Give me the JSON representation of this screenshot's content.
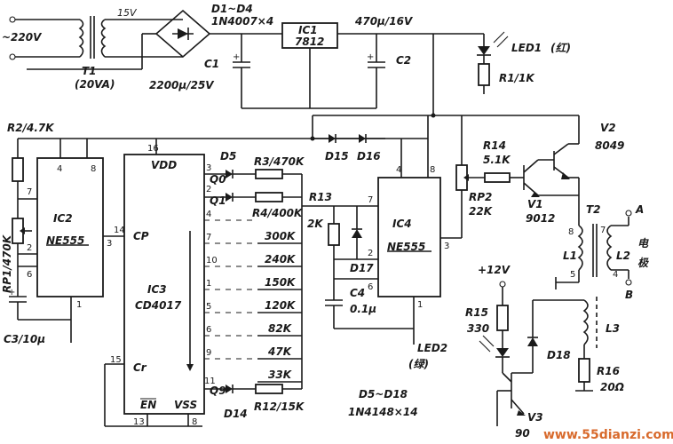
{
  "labels": {
    "ac_input": "~220V",
    "sec_voltage": "15V",
    "bridge": "D1~D4",
    "bridge_part": "1N4007×4",
    "transformer": "T1",
    "transformer_rating": "(20VA)",
    "c1": "C1",
    "c1_value": "2200μ/25V",
    "ic1": "IC1",
    "ic1_part": "7812",
    "c2_value": "470μ/16V",
    "c2": "C2",
    "led1": "LED1",
    "led1_color": "(红)",
    "r1": "R1/1K",
    "r2": "R2/4.7K",
    "rp1": "RP1/470K",
    "c3": "C3/10μ",
    "ic2": "IC2",
    "ic2_part": "NE555",
    "ic3": "IC3",
    "ic3_part": "CD4017",
    "vdd": "VDD",
    "vss": "VSS",
    "en": "EN",
    "cp": "CP",
    "cr": "Cr",
    "q0": "Q0",
    "q1": "Q1",
    "q9": "Q9",
    "d5": "D5",
    "d14": "D14",
    "d15": "D15",
    "d16": "D16",
    "d17": "D17",
    "d18": "D18",
    "r3": "R3/470K",
    "r4": "R4/400K",
    "r12": "R12/15K",
    "r13": "R13",
    "r_2k": "2K",
    "res_ladder": [
      "300K",
      "240K",
      "150K",
      "120K",
      "82K",
      "47K",
      "33K"
    ],
    "ic4": "IC4",
    "ic4_part": "NE555",
    "c4": "C4",
    "c4_value": "0.1μ",
    "led2": "LED2",
    "led2_color": "(绿)",
    "r14": "R14",
    "r14_value": "5.1K",
    "rp2": "RP2",
    "rp2_value": "22K",
    "v1": "V1",
    "v1_part": "9012",
    "v2": "V2",
    "v2_part": "8049",
    "t2": "T2",
    "l1": "L1",
    "l2": "L2",
    "l3": "L3",
    "terminal_a": "A",
    "terminal_b": "B",
    "electrode": "电",
    "electrode2": "极",
    "plus12": "+12V",
    "r15": "R15",
    "r15_value": "330",
    "r16": "R16",
    "r16_value": "20Ω",
    "v3": "V3",
    "v3_part": "90",
    "diode_range": "D5~D18",
    "diode_part": "1N4148×14",
    "watermark": "www.55dianzi.com"
  },
  "pins": {
    "ic2_4": "4",
    "ic2_8": "8",
    "ic2_7": "7",
    "ic2_6": "6",
    "ic2_2": "2",
    "ic2_3": "3",
    "ic2_1": "1",
    "ic3_16": "16",
    "ic3_14": "14",
    "ic3_15": "15",
    "ic3_13": "13",
    "ic3_8": "8",
    "ic3_out": [
      "3",
      "2",
      "4",
      "7",
      "10",
      "1",
      "5",
      "6",
      "9",
      "11"
    ],
    "ic4_4": "4",
    "ic4_8": "8",
    "ic4_7": "7",
    "ic4_6": "6",
    "ic4_2": "2",
    "ic4_3": "3",
    "ic4_1": "1",
    "t2_8": "8",
    "t2_5": "5",
    "t2_7": "7",
    "t2_4": "4"
  }
}
